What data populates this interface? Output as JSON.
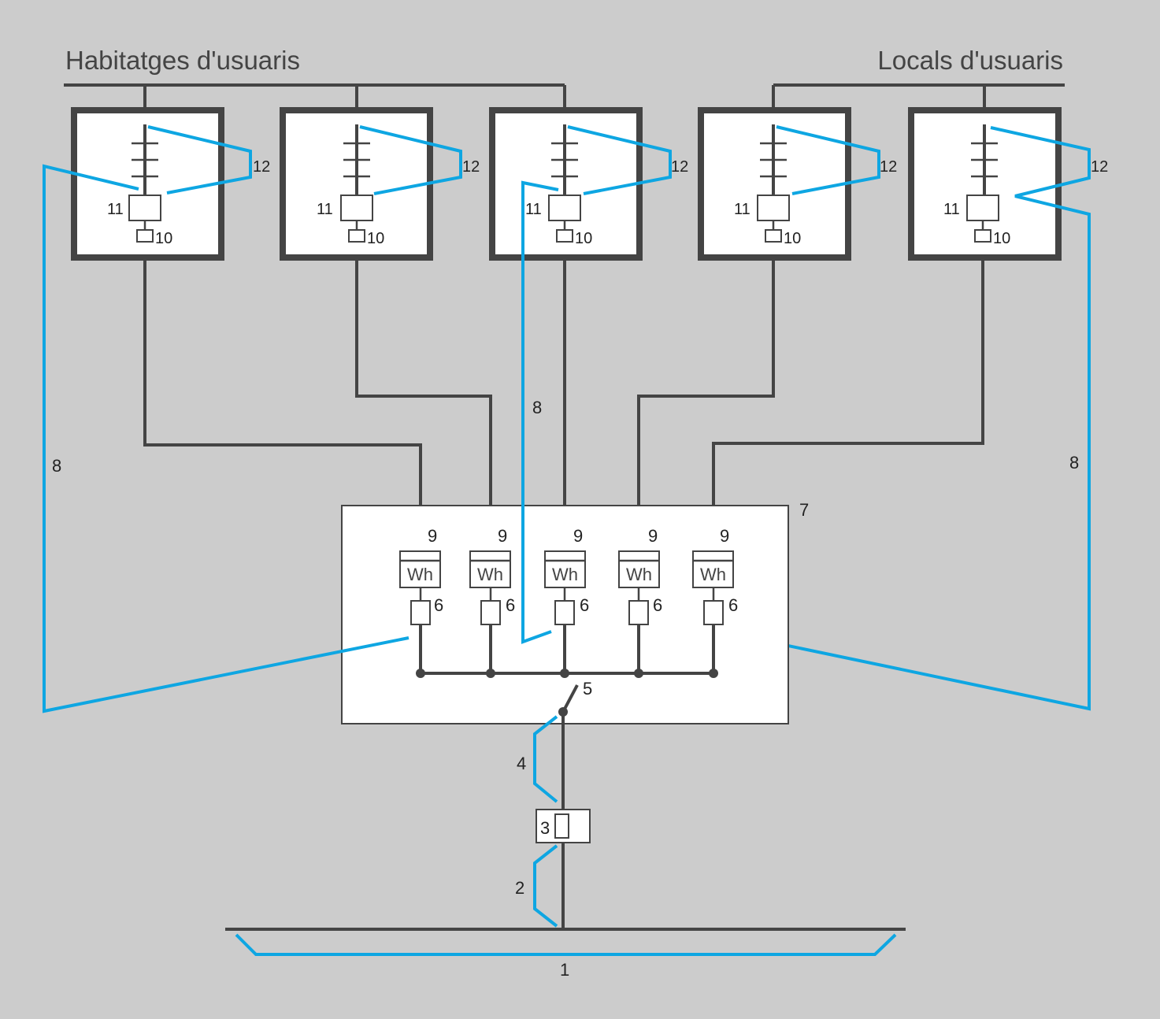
{
  "headings": {
    "left": "Habitatges d'usuaris",
    "right": "Locals d'usuaris"
  },
  "meter_label": "Wh",
  "labels": {
    "n1": "1",
    "n2": "2",
    "n3": "3",
    "n4": "4",
    "n5": "5",
    "n6": "6",
    "n7": "7",
    "n8": "8",
    "n9": "9",
    "n10": "10",
    "n11": "11",
    "n12": "12"
  },
  "colors": {
    "background": "#cccccc",
    "line": "#444444",
    "callout": "#0ea6e2",
    "box_fill": "#ffffff"
  },
  "units_count": 5
}
